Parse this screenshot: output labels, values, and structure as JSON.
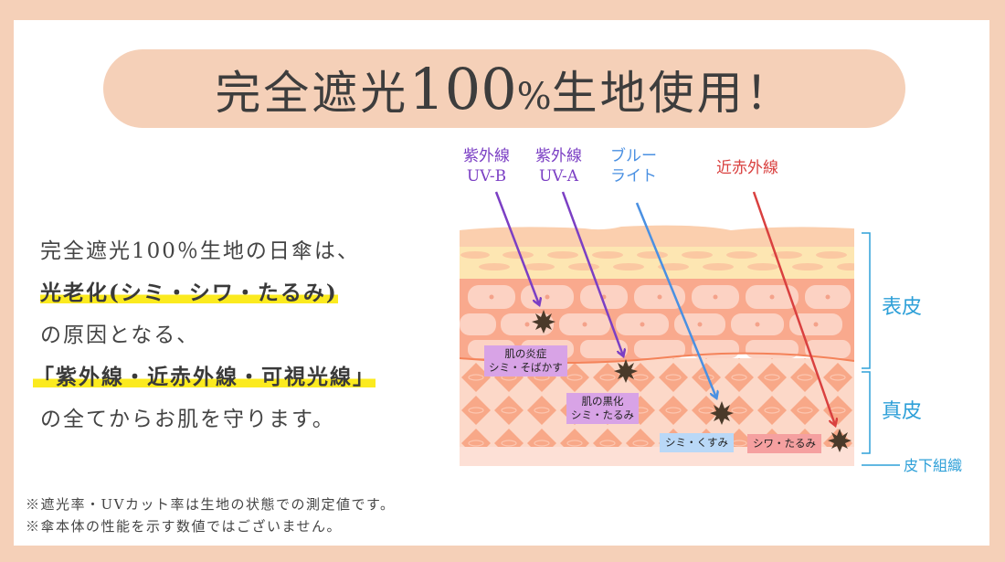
{
  "title": {
    "prefix": "完全遮光",
    "number": "100",
    "percent": "%",
    "suffix": "生地使用！"
  },
  "body": {
    "lines": [
      {
        "text": "完全遮光100％生地の日傘は、",
        "highlight": false
      },
      {
        "text": "光老化(シミ・シワ・たるみ)",
        "highlight": true
      },
      {
        "text": "の原因となる、",
        "highlight": false
      },
      {
        "text": "「紫外線・近赤外線・可視光線」",
        "highlight": true
      },
      {
        "text": "の全てからお肌を守ります。",
        "highlight": false
      }
    ]
  },
  "notes": [
    "※遮光率・UVカット率は生地の状態での測定値です。",
    "※傘本体の性能を示す数値ではございません。"
  ],
  "diagram": {
    "rays": [
      {
        "line1": "紫外線",
        "line2": "UV-B",
        "color": "#7b3fc4",
        "effect_line1": "肌の炎症",
        "effect_line2": "シミ・そばかす",
        "effect_bg": "#d8a3e6"
      },
      {
        "line1": "紫外線",
        "line2": "UV-A",
        "color": "#7b3fc4",
        "effect_line1": "肌の黒化",
        "effect_line2": "シミ・たるみ",
        "effect_bg": "#d8a3e6"
      },
      {
        "line1": "ブルー",
        "line2": "ライト",
        "color": "#4a90e2",
        "effect_line1": "シミ・くすみ",
        "effect_line2": "",
        "effect_bg": "#b9d8f7"
      },
      {
        "line1": "近赤外線",
        "line2": "",
        "color": "#d9403f",
        "effect_line1": "シワ・たるみ",
        "effect_line2": "",
        "effect_bg": "#f5a0a0"
      }
    ],
    "layers": {
      "epidermis": "表皮",
      "dermis": "真皮",
      "subcutaneous": "皮下組織"
    },
    "colors": {
      "frame": "#f5d0b8",
      "highlight": "#fbea1f",
      "layer_label": "#2ea0d8",
      "burst": "#4a3a2a"
    }
  }
}
